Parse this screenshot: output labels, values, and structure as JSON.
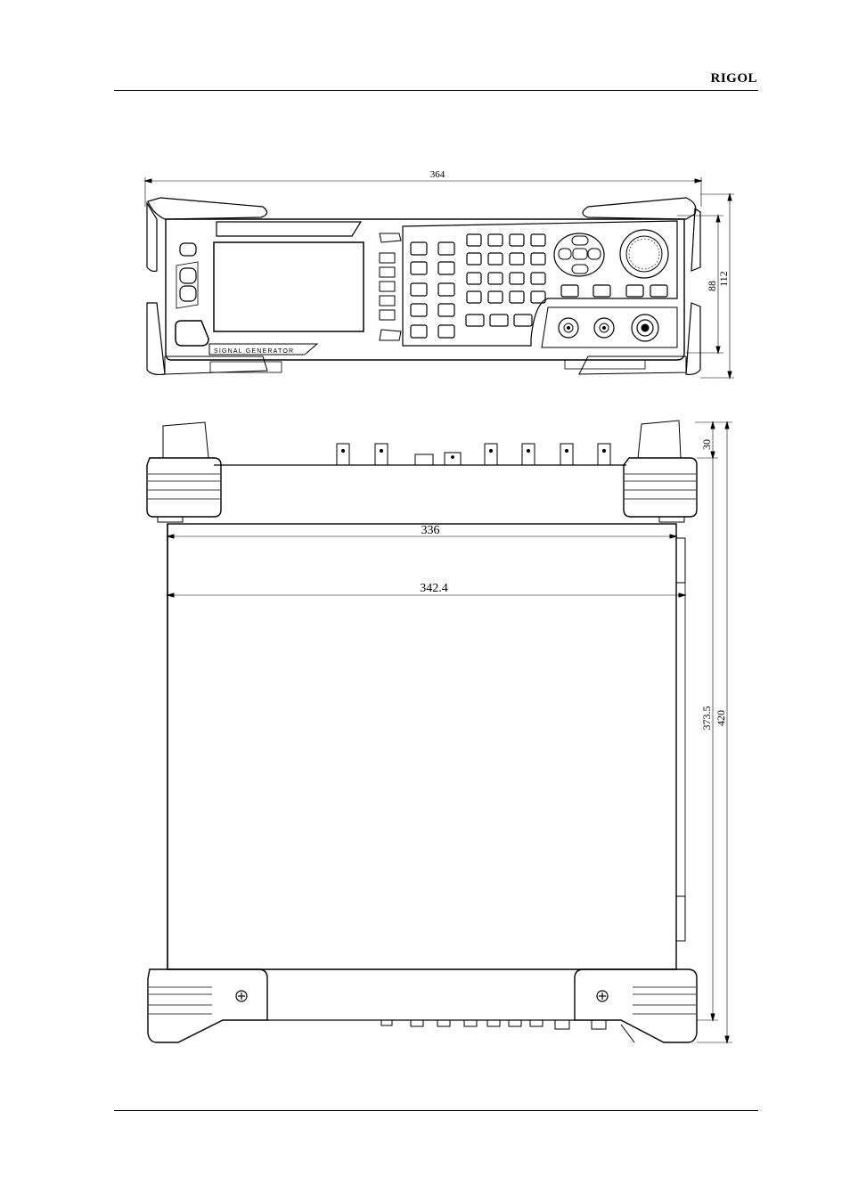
{
  "header": {
    "brand": "RIGOL"
  },
  "front_view": {
    "panel_label": "SIGNAL GENERATOR",
    "dimensions": {
      "width": "364",
      "height_inner": "88",
      "height_outer": "112"
    }
  },
  "top_view": {
    "dimensions": {
      "inner_width": "336",
      "outer_width": "342.4",
      "rear_offset": "30",
      "body_depth": "373.5",
      "total_depth": "420"
    }
  }
}
